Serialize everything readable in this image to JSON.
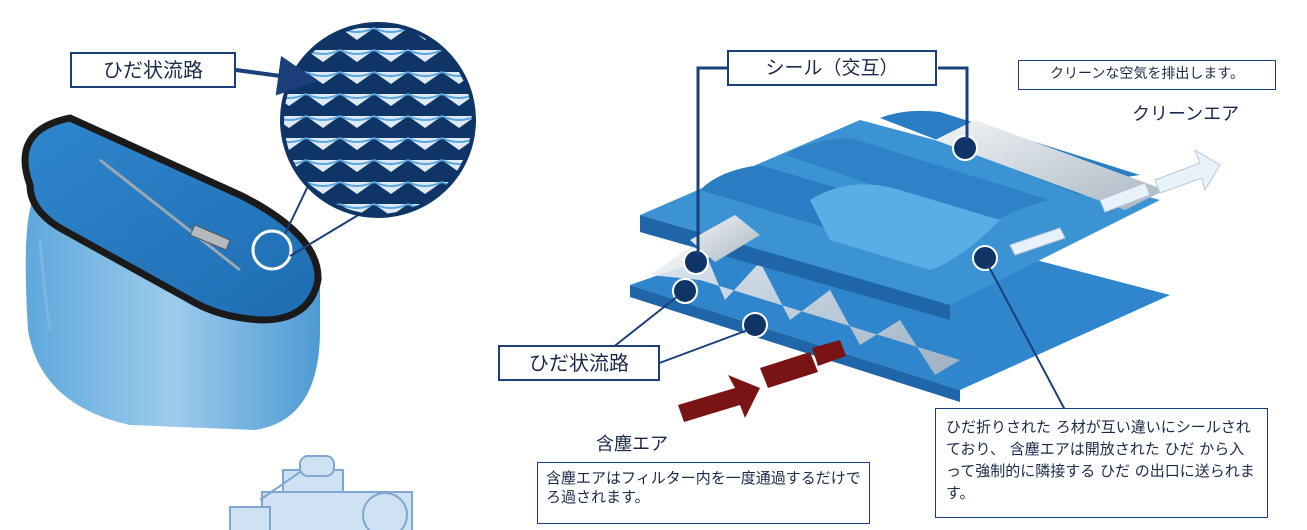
{
  "labels": {
    "pleat_channel_left": "ひだ状流路",
    "pleat_channel_right": "ひだ状流路",
    "seal": "シール（交互）",
    "clean_air_desc": "クリーンな空気を排出します。",
    "clean_air": "クリーンエア",
    "dusty_air": "含塵エア",
    "dusty_air_desc": "含塵エアはフィルター内を一度通過するだけでろ過されます。",
    "mechanism_desc": "ひだ折りされた ろ材が互い違いにシールされており、 含塵エアは開放された ひだ から入って強制的に隣接する ひだ の出口に送られます。"
  },
  "colors": {
    "navy": "#1a3f7a",
    "filter_blue": "#3a8fd0",
    "media_light": "#8ec6ea",
    "arrow_red": "#7a1414",
    "arrow_white": "#e8f2fa"
  }
}
